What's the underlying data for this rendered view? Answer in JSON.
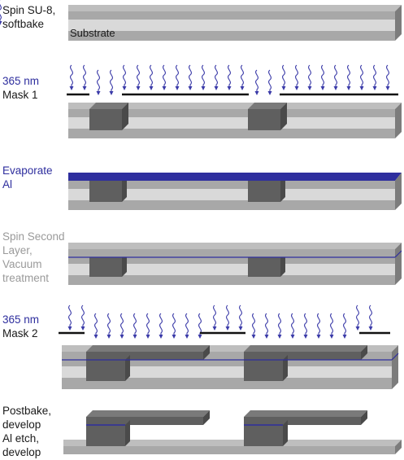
{
  "steps": [
    {
      "label": "Spin SU-8,\nsoftbake",
      "color": "#1a1a1a"
    },
    {
      "label": "365 nm",
      "label2": "Mask 1",
      "color": "#2e2e9e",
      "color2": "#1a1a1a"
    },
    {
      "label": "Evaporate\nAl",
      "color": "#2e2e9e"
    },
    {
      "label": "Spin Second\nLayer,\nVacuum\ntreatment",
      "color": "#9a9a9a"
    },
    {
      "label": "365 nm",
      "label2": "Mask 2",
      "color": "#2e2e9e",
      "color2": "#1a1a1a"
    },
    {
      "label": "Postbake,\ndevelop\nAl etch,\ndevelop",
      "color": "#1a1a1a"
    }
  ],
  "substrate_label": "Substrate",
  "colors": {
    "front": "#a8a8a8",
    "face_light": "#d9d9d9",
    "top": "#bebebe",
    "side": "#7c7c7c",
    "block_dark": "#5f5f5f",
    "block_side": "#4a4a4a",
    "block_top": "#7a7a7a",
    "aluminum": "#2e2e9e",
    "uv_arrow": "#3a3aa8",
    "mask": "#111111"
  }
}
